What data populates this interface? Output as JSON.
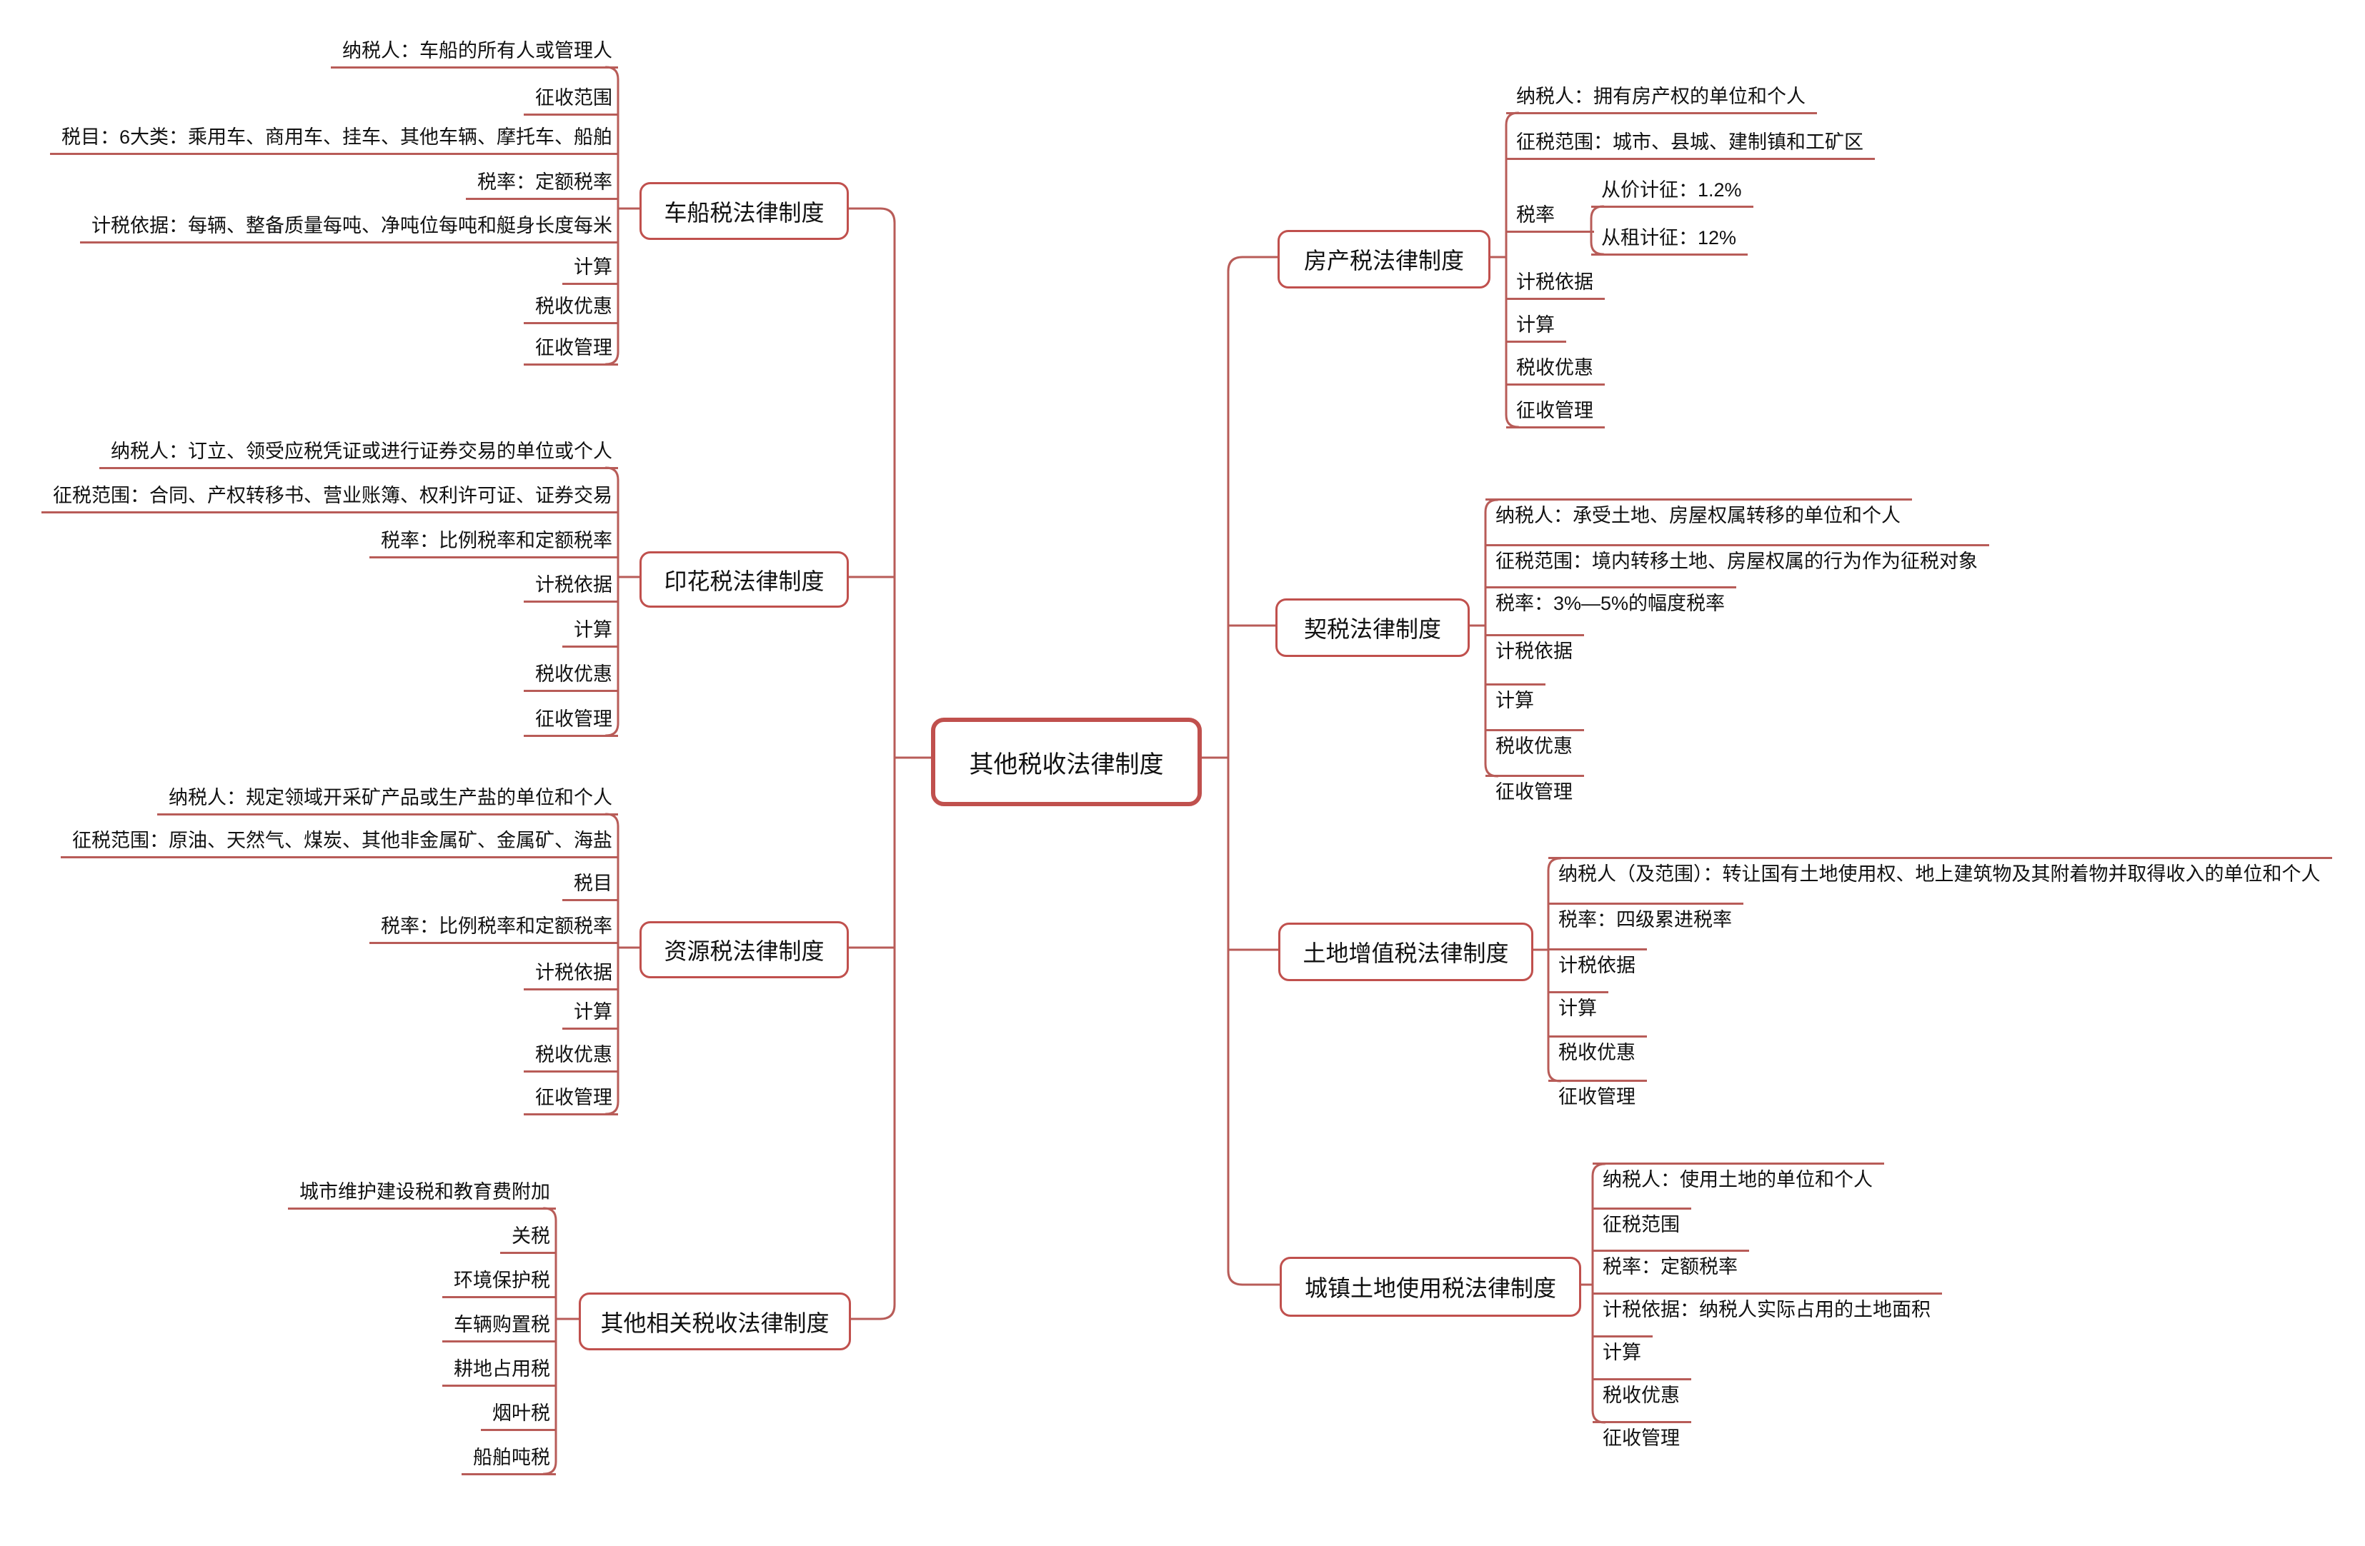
{
  "colors": {
    "line": "#b85c58",
    "node_border": "#c0504d",
    "text": "#111111",
    "background": "#ffffff"
  },
  "root": {
    "label": "其他税收法律制度"
  },
  "left_branches": [
    {
      "label": "车船税法律制度",
      "children": [
        "纳税人：车船的所有人或管理人",
        "征收范围",
        "税目：6大类：乘用车、商用车、挂车、其他车辆、摩托车、船舶",
        "税率：定额税率",
        "计税依据：每辆、整备质量每吨、净吨位每吨和艇身长度每米",
        "计算",
        "税收优惠",
        "征收管理"
      ]
    },
    {
      "label": "印花税法律制度",
      "children": [
        "纳税人：订立、领受应税凭证或进行证券交易的单位或个人",
        "征税范围：合同、产权转移书、营业账簿、权利许可证、证券交易",
        "税率：比例税率和定额税率",
        "计税依据",
        "计算",
        "税收优惠",
        "征收管理"
      ]
    },
    {
      "label": "资源税法律制度",
      "children": [
        "纳税人：规定领域开采矿产品或生产盐的单位和个人",
        "征税范围：原油、天然气、煤炭、其他非金属矿、金属矿、海盐",
        "税目",
        "税率：比例税率和定额税率",
        "计税依据",
        "计算",
        "税收优惠",
        "征收管理"
      ]
    },
    {
      "label": "其他相关税收法律制度",
      "children": [
        "城市维护建设税和教育费附加",
        "关税",
        "环境保护税",
        "车辆购置税",
        "耕地占用税",
        "烟叶税",
        "船舶吨税"
      ]
    }
  ],
  "right_branches": [
    {
      "label": "房产税法律制度",
      "children": [
        "纳税人：拥有房产权的单位和个人",
        "征税范围：城市、县城、建制镇和工矿区",
        "税率",
        "计税依据",
        "计算",
        "税收优惠",
        "征收管理"
      ],
      "rate_sub_items": [
        "从价计征：1.2%",
        "从租计征：12%"
      ]
    },
    {
      "label": "契税法律制度",
      "children": [
        "纳税人：承受土地、房屋权属转移的单位和个人",
        "征税范围：境内转移土地、房屋权属的行为作为征税对象",
        "税率：3%—5%的幅度税率",
        "计税依据",
        "计算",
        "税收优惠",
        "征收管理"
      ]
    },
    {
      "label": "土地增值税法律制度",
      "children": [
        "纳税人（及范围）：转让国有土地使用权、地上建筑物及其附着物并取得收入的单位和个人",
        "税率：四级累进税率",
        "计税依据",
        "计算",
        "税收优惠",
        "征收管理"
      ]
    },
    {
      "label": "城镇土地使用税法律制度",
      "children": [
        "纳税人：使用土地的单位和个人",
        "征税范围",
        "税率：定额税率",
        "计税依据：纳税人实际占用的土地面积",
        "计算",
        "税收优惠",
        "征收管理"
      ]
    }
  ]
}
